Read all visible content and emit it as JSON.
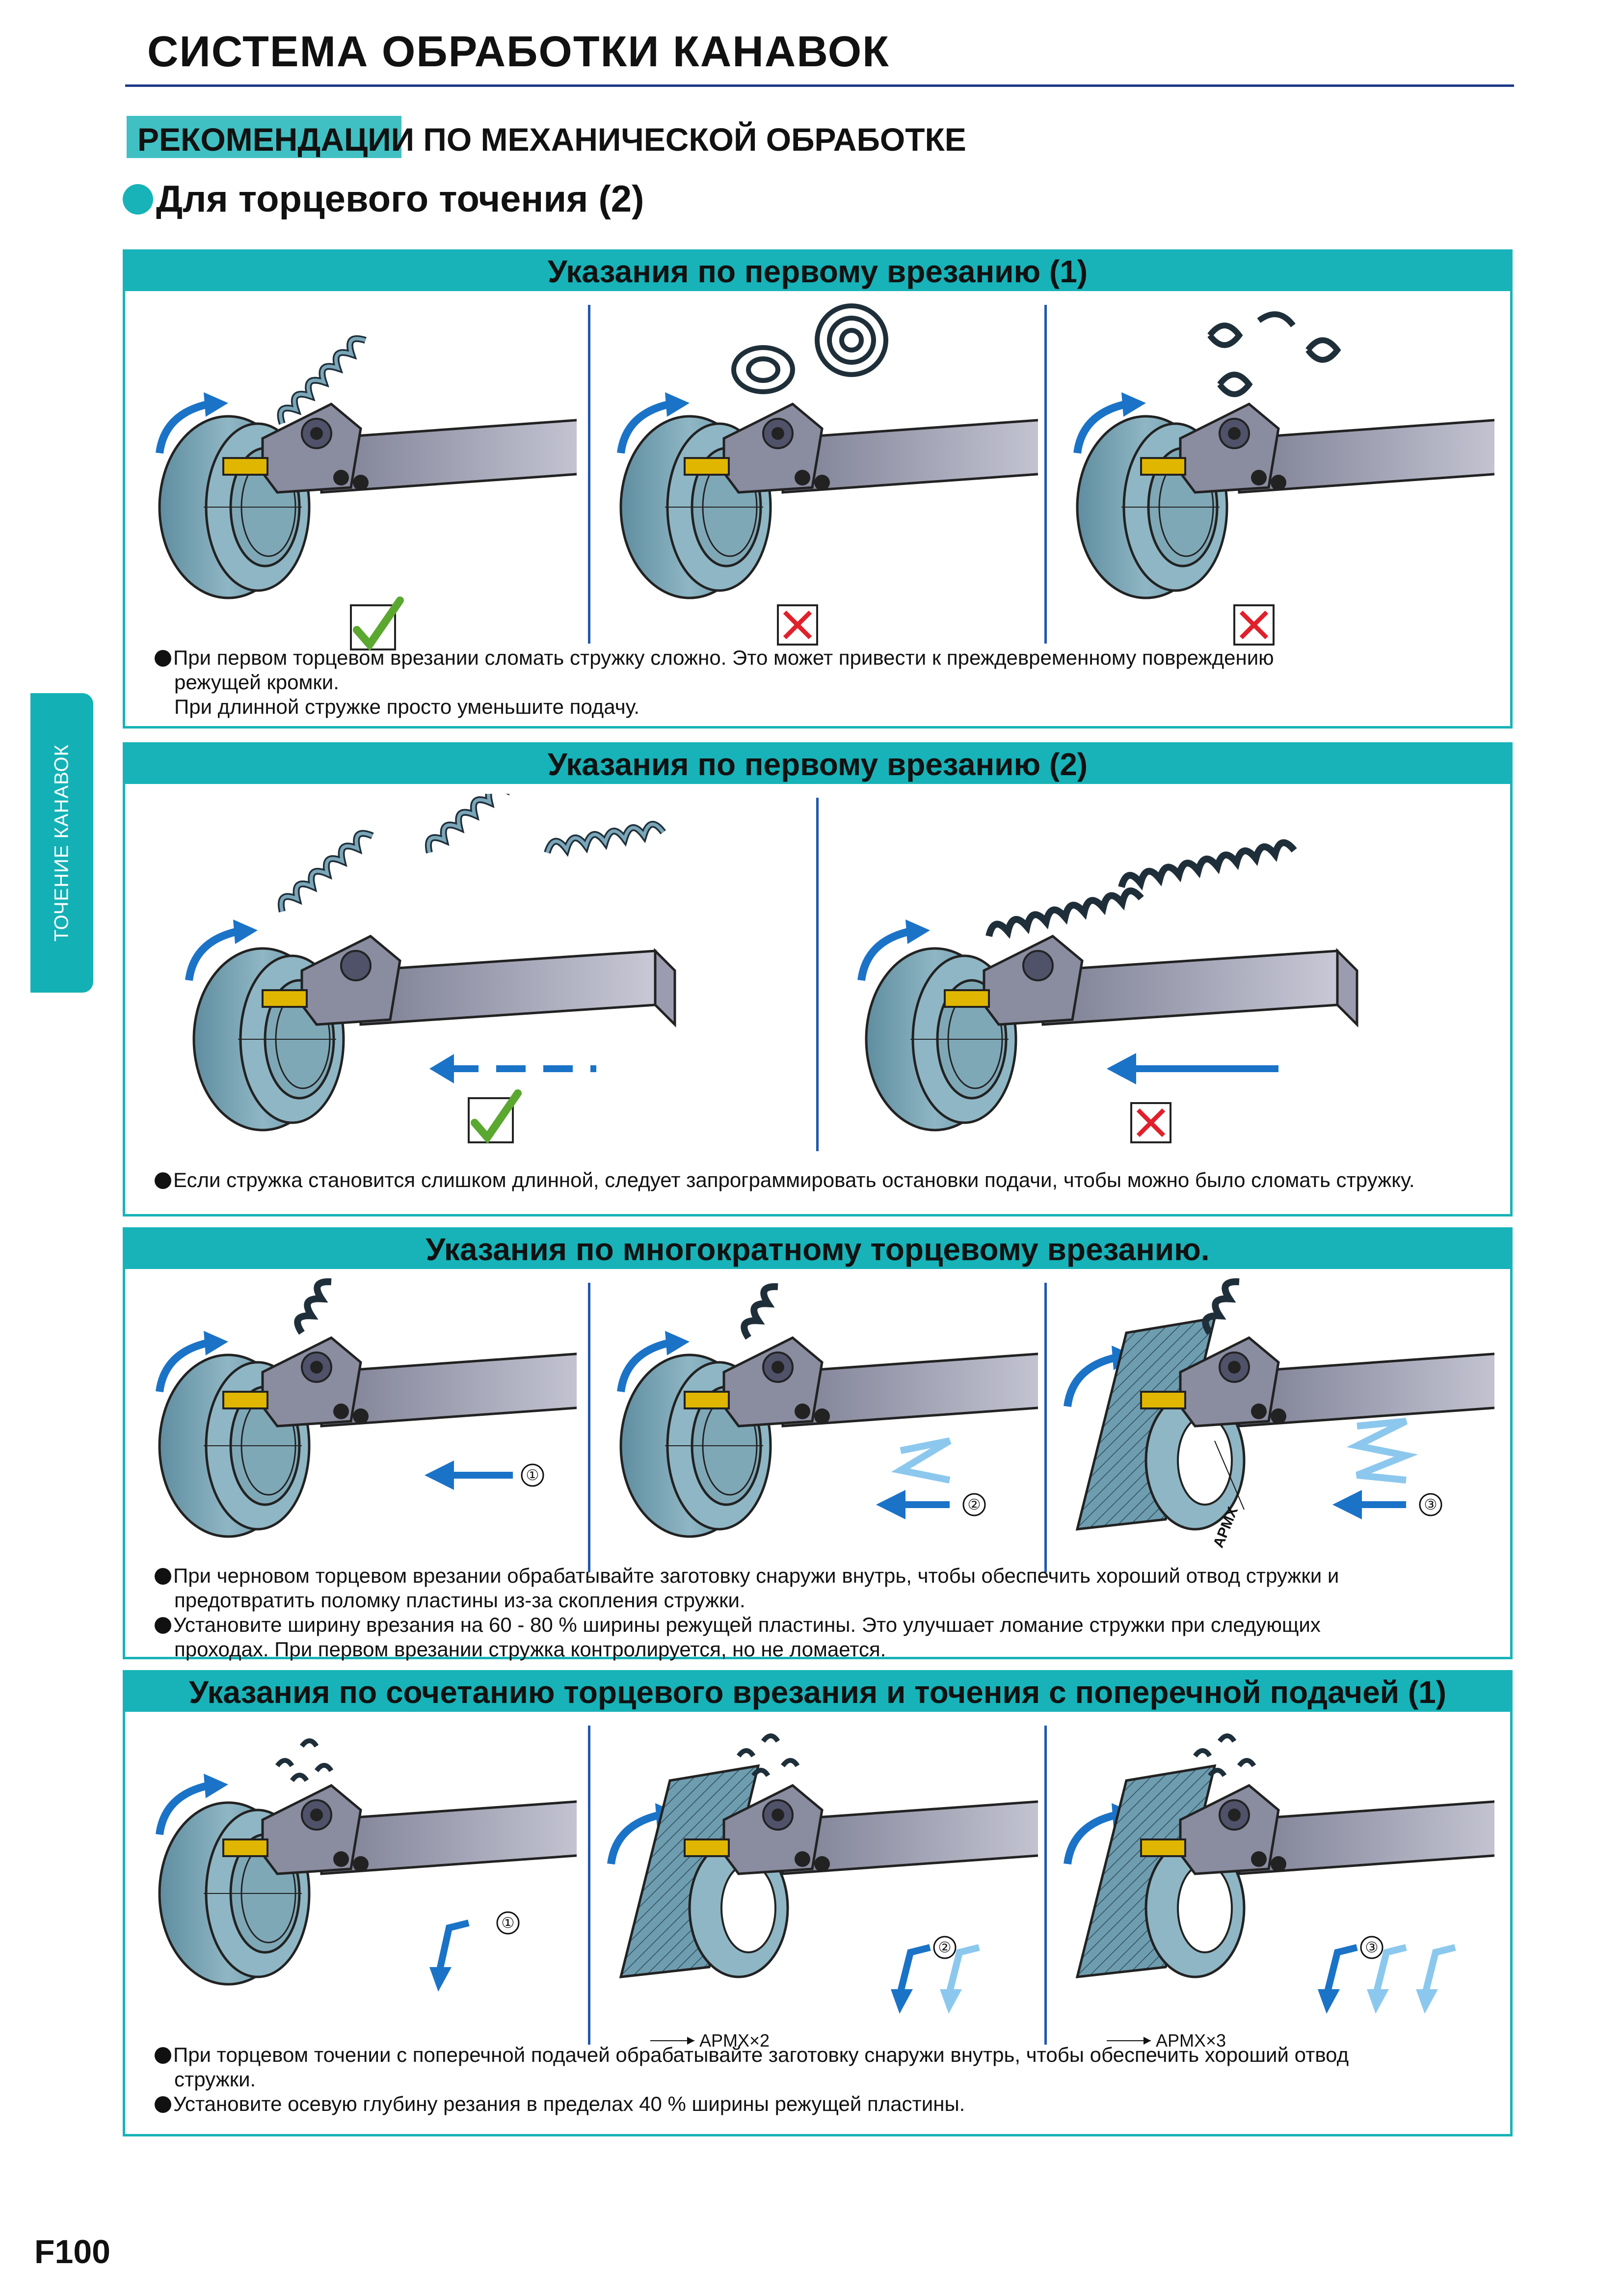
{
  "header": {
    "title": "СИСТЕМА ОБРАБОТКИ КАНАВОК",
    "subtitle": "РЕКОМЕНДАЦИИ ПО МЕХАНИЧЕСКОЙ ОБРАБОТКЕ",
    "section_title": "Для торцевого точения (2)"
  },
  "side_tab": {
    "label": "ТОЧЕНИЕ КАНАВОК"
  },
  "colors": {
    "accent": "#17b3b8",
    "rule": "#1f3a8a",
    "arrow": "#1a73c7",
    "arrow_light": "#8cc8ee",
    "ok": "#5aa830",
    "bad": "#e0202a"
  },
  "sections": [
    {
      "title": "Указания по первому врезанию (1)",
      "notes": [
        "При первом торцевом врезании сломать стружку сложно. Это может привести к преждевременному повреждению",
        "режущей кромки.",
        "При длинной стружке просто уменьшите подачу."
      ]
    },
    {
      "title": "Указания по первому врезанию (2)",
      "notes": [
        "Если стружка становится слишком длинной, следует запрограммировать остановки подачи, чтобы можно было сломать стружку."
      ]
    },
    {
      "title": "Указания по многократному торцевому врезанию.",
      "labels": {
        "apmx": "APMX",
        "n1": "①",
        "n2": "②",
        "n3": "③"
      },
      "notes": [
        "При черновом торцевом врезании обрабатывайте заготовку снаружи внутрь, чтобы обеспечить хороший отвод стружки и",
        "предотвратить поломку пластины из-за скопления стружки.",
        "Установите ширину врезания на 60 - 80 % ширины режущей пластины. Это улучшает ломание стружки при следующих",
        "проходах. При первом врезании стружка контролируется, но не ломается."
      ]
    },
    {
      "title": "Указания по сочетанию торцевого врезания и точения с поперечной подачей (1)",
      "labels": {
        "apmx2": "APMX×2",
        "apmx3": "APMX×3",
        "n1": "①",
        "n2": "②",
        "n3": "③"
      },
      "notes": [
        "При торцевом точении с поперечной подачей обрабатывайте заготовку снаружи внутрь, чтобы обеспечить хороший отвод",
        "стружки.",
        "Установите осевую глубину резания в пределах 40 % ширины режущей пластины."
      ]
    }
  ],
  "footer": {
    "page_number": "F100"
  }
}
